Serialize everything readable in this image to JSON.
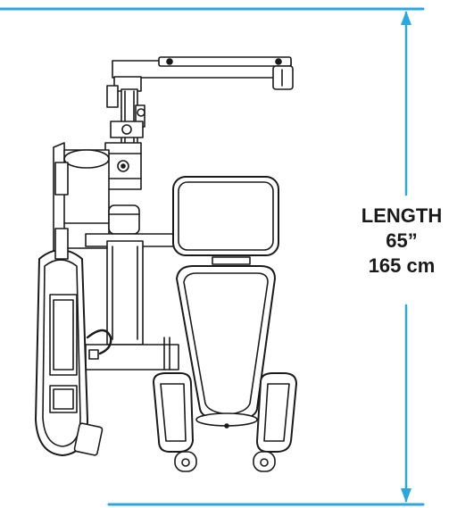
{
  "dimension": {
    "label_line1": "LENGTH",
    "label_line2": "65”",
    "label_line3": "165 cm"
  },
  "colors": {
    "dimension_line": "#29a8e0",
    "outline": "#1a1a1a",
    "label": "#1a1a1a"
  }
}
